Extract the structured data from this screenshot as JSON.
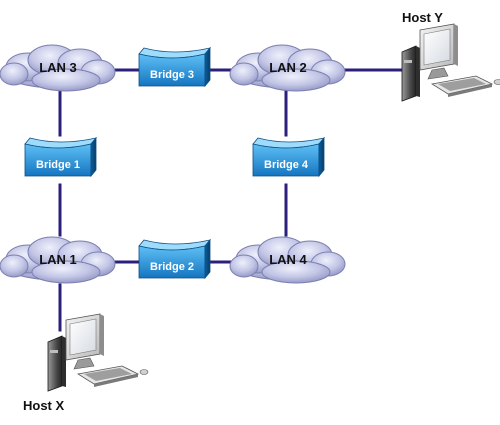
{
  "colors": {
    "link": "#2a1f7a",
    "cloud_light": "#d7d9f3",
    "cloud_dark": "#8f93c2",
    "cloud_stroke": "#7b7fae",
    "bridge_face": "#1a8ed8",
    "bridge_dark": "#0b4f86"
  },
  "lans": {
    "lan1": "LAN 1",
    "lan2": "LAN 2",
    "lan3": "LAN 3",
    "lan4": "LAN 4"
  },
  "bridges": {
    "bridge1": "Bridge 1",
    "bridge2": "Bridge 2",
    "bridge3": "Bridge 3",
    "bridge4": "Bridge 4"
  },
  "hosts": {
    "host_x": "Host X",
    "host_y": "Host Y",
    "icon": "desktop-computer-icon"
  }
}
